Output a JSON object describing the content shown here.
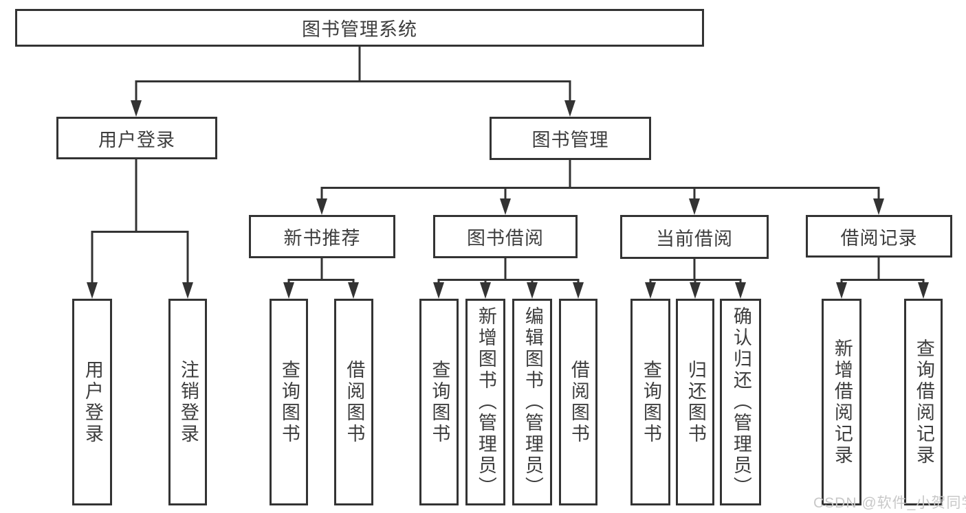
{
  "diagram": {
    "root": "图书管理系统",
    "level2": [
      {
        "label": "用户登录",
        "children": [
          "用户登录",
          "注销登录"
        ]
      },
      {
        "label": "图书管理",
        "children": [
          {
            "label": "新书推荐",
            "children": [
              "查询图书",
              "借阅图书"
            ]
          },
          {
            "label": "图书借阅",
            "children": [
              "查询图书",
              "新增图书（管理员）",
              "编辑图书（管理员）",
              "借阅图书"
            ]
          },
          {
            "label": "当前借阅",
            "children": [
              "查询图书",
              "归还图书",
              "确认归还（管理员）"
            ]
          },
          {
            "label": "借阅记录",
            "children": [
              "新增借阅记录",
              "查询借阅记录"
            ]
          }
        ]
      }
    ]
  },
  "watermark": "CSDN @软件_小贺同学",
  "colors": {
    "line": "#333333",
    "box_border": "#333333",
    "text": "#3d3d3d",
    "watermark": "#c8c8c8",
    "background": "#ffffff"
  }
}
